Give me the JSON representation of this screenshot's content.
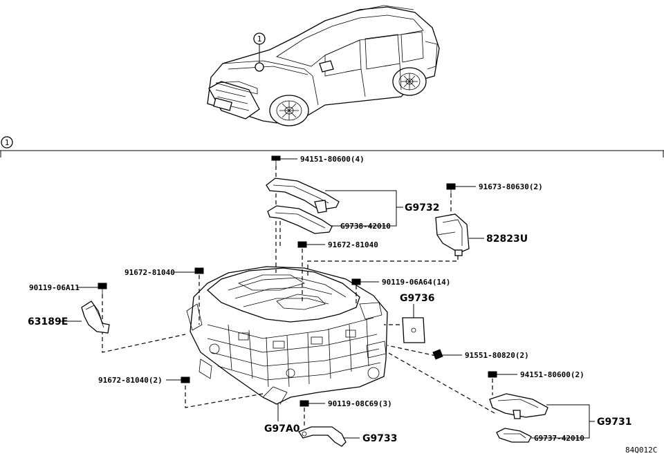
{
  "diagram": {
    "ref_marker": "1",
    "section_marker": "1",
    "drawing_code": "84Q012C"
  },
  "labels": {
    "bolt_top": "94151-80600(4)",
    "g9732": "G9732",
    "g9738": "G9738-42010",
    "bolt_91673": "91673-80630(2)",
    "p82823u": "82823U",
    "bolt_91672_a": "91672-81040",
    "bolt_91672_b": "91672-81040",
    "bolt_90119_a11": "90119-06A11",
    "p63189e": "63189E",
    "bolt_90119_a64": "90119-06A64(14)",
    "g9736": "G9736",
    "bolt_91551": "91551-80820(2)",
    "bolt_91672_c": "91672-81040(2)",
    "bolt_94151_b": "94151-80600(2)",
    "bolt_90119_c69": "90119-08C69(3)",
    "g97a0": "G97A0",
    "g9733": "G9733",
    "g9731": "G9731",
    "g9737": "G9737-42010"
  }
}
